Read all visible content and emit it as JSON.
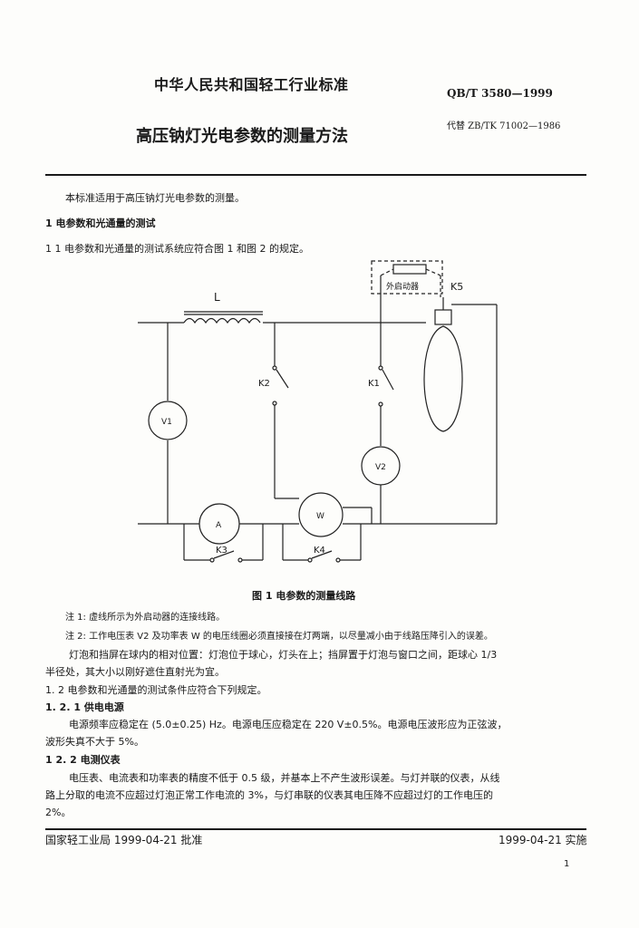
{
  "header": {
    "org": "中华人民共和国轻工行业标准",
    "code": "QB/T 3580—1999",
    "title": "高压钠灯光电参数的测量方法",
    "replaces": "代替 ZB/TK 71002—1986"
  },
  "body": {
    "intro": "本标准适用于高压钠灯光电参数的测量。",
    "s1": "1   电参数和光通量的测试",
    "s1_1": "1 1   电参数和光通量的测试系统应符合图 1 和图 2 的规定。",
    "figure": {
      "caption": "图 1   电参数的测量线路",
      "labels": {
        "L": "L",
        "starter": "外启动器",
        "K5": "K5",
        "K2": "K2",
        "K1": "K1",
        "V1": "V1",
        "V2": "V2",
        "A": "A",
        "W": "W",
        "K3": "K3",
        "K4": "K4"
      }
    },
    "note1": "注 1:  虚线所示为外启动器的连接线路。",
    "note2": "注 2:  工作电压表 V2 及功率表 W 的电压线圈必须直接接在灯两端，以尽量减小由于线路压降引入的误差。",
    "para1_l1": "灯泡和挡屏在球内的相对位置：灯泡位于球心，灯头在上；挡屏置于灯泡与窗口之间，距球心 1/3",
    "para1_l2": "半径处，其大小以刚好遮住直射光为宜。",
    "s1_2": "1. 2   电参数和光通量的测试条件应符合下列规定。",
    "s1_2_1": "1. 2. 1   供电电源",
    "p121_l1": "电源频率应稳定在 (5.0±0.25) Hz。电源电压应稳定在 220 V±0.5%。电源电压波形应为正弦波，",
    "p121_l2": "波形失真不大于 5%。",
    "s1_2_2": "1 2. 2   电测仪表",
    "p122_l1": "电压表、电流表和功率表的精度不低于 0.5 级，并基本上不产生波形误差。与灯并联的仪表，从线",
    "p122_l2": "路上分取的电流不应超过灯泡正常工作电流的 3%，与灯串联的仪表其电压降不应超过灯的工作电压的",
    "p122_l3": "2%。"
  },
  "footer": {
    "left": "国家轻工业局 1999-04-21 批准",
    "right": "1999-04-21 实施",
    "page": "1"
  }
}
